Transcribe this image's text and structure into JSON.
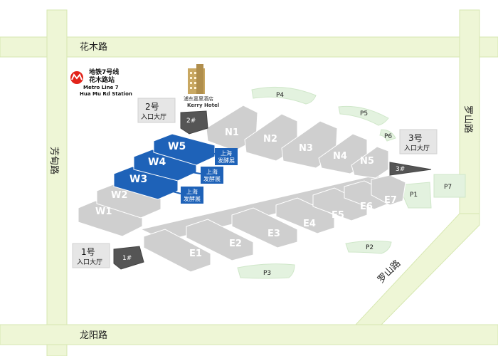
{
  "roads": {
    "north": "花木路",
    "west": "芳甸路",
    "east": "罗山路",
    "south": "龙阳路",
    "southeast": "罗山路"
  },
  "metro": {
    "line1": "地铁7号线",
    "line2": "花木路站",
    "line3": "Metro Line 7",
    "line4": "Hua Mu Rd Station"
  },
  "hotel": {
    "name_cn": "浦东嘉里酒店",
    "name_en": "Kerry Hotel"
  },
  "entrances": {
    "e1": {
      "title": "1号",
      "subtitle": "入口大厅",
      "code": "1#"
    },
    "e2": {
      "title": "2号",
      "subtitle": "入口大厅",
      "code": "2#"
    },
    "e3": {
      "title": "3号",
      "subtitle": "入口大厅",
      "code": "3#"
    }
  },
  "halls": {
    "west": [
      "W1",
      "W2",
      "W3",
      "W4",
      "W5"
    ],
    "north": [
      "N1",
      "N2",
      "N3",
      "N4",
      "N5"
    ],
    "east": [
      "E1",
      "E2",
      "E3",
      "E4",
      "E5",
      "E6",
      "E7"
    ]
  },
  "tags": {
    "t1": {
      "line1": "上海",
      "line2": "发酵展"
    },
    "t2": {
      "line1": "上海",
      "line2": "发酵展"
    },
    "t3": {
      "line1": "上海",
      "line2": "发酵展"
    }
  },
  "parking": {
    "P1": "P1",
    "P2": "P2",
    "P3": "P3",
    "P4": "P4",
    "P5": "P5",
    "P6": "P6",
    "P7": "P7"
  },
  "colors": {
    "highlight": "#1e62b8",
    "hall": "#cfcfcf",
    "road": "#eef6d6",
    "metro": "#e2231a"
  }
}
